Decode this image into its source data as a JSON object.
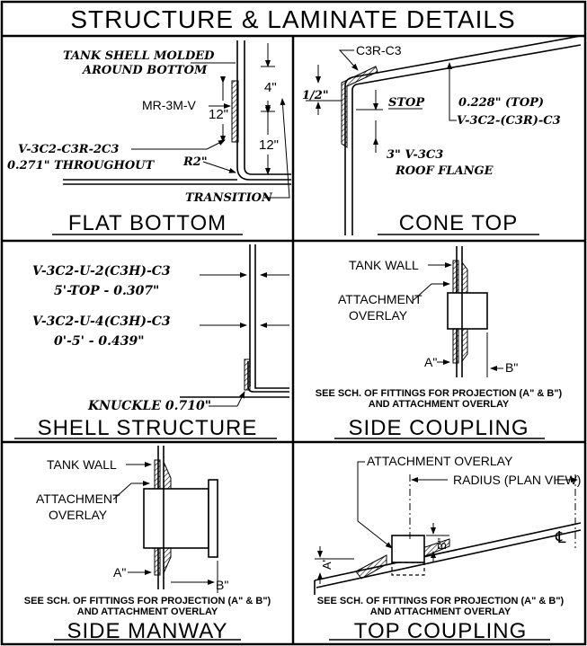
{
  "header": {
    "title": "STRUCTURE & LAMINATE DETAILS"
  },
  "panels": {
    "flat_bottom": {
      "title": "FLAT BOTTOM",
      "note_tank_1": "TANK SHELL MOLDED",
      "note_tank_2": "AROUND BOTTOM",
      "overlay_code": "MR-3M-V",
      "dim_12_upper": "12\"",
      "dim_12_lower": "12\"",
      "dim_4": "4\"",
      "laminate_code": "V-3C2-C3R-2C3",
      "thickness": "0.271\" THROUGHOUT",
      "radius": "R2\"",
      "transition": "TRANSITION"
    },
    "cone_top": {
      "title": "CONE TOP",
      "overlay_code": "C3R-C3",
      "dim_half": "1/2\"",
      "stop": "STOP",
      "thickness": "0.228\" (TOP)",
      "laminate_code": "V-3C2-(C3R)-C3",
      "flange_1": "3\" V-3C3",
      "flange_2": "ROOF FLANGE"
    },
    "shell_structure": {
      "title": "SHELL STRUCTURE",
      "code_upper": "V-3C2-U-2(C3H)-C3",
      "range_upper": "5'-TOP - 0.307\"",
      "code_lower": "V-3C2-U-4(C3H)-C3",
      "range_lower": "0'-5' - 0.439\"",
      "knuckle": "KNUCKLE 0.710\""
    },
    "side_coupling": {
      "title": "SIDE COUPLING",
      "tank_wall": "TANK WALL",
      "overlay_1": "ATTACHMENT",
      "overlay_2": "OVERLAY",
      "dim_a": "A\"",
      "dim_b": "B\"",
      "note_1": "SEE SCH. OF FITTINGS FOR PROJECTION (A\" & B\")",
      "note_2": "AND ATTACHMENT OVERLAY"
    },
    "side_manway": {
      "title": "SIDE MANWAY",
      "tank_wall": "TANK WALL",
      "overlay_1": "ATTACHMENT",
      "overlay_2": "OVERLAY",
      "dim_a": "A\"",
      "dim_b": "B\"",
      "note_1": "SEE SCH. OF FITTINGS FOR PROJECTION (A\" & B\")",
      "note_2": "AND ATTACHMENT OVERLAY"
    },
    "top_coupling": {
      "title": "TOP COUPLING",
      "overlay": "ATTACHMENT OVERLAY",
      "radius": "RADIUS (PLAN VIEW)",
      "dim_a": "A\"",
      "dim_b": "B\"",
      "centerline": "℄",
      "note_1": "SEE SCH. OF FITTINGS FOR PROJECTION (A\" & B\")",
      "note_2": "AND ATTACHMENT OVERLAY"
    }
  }
}
